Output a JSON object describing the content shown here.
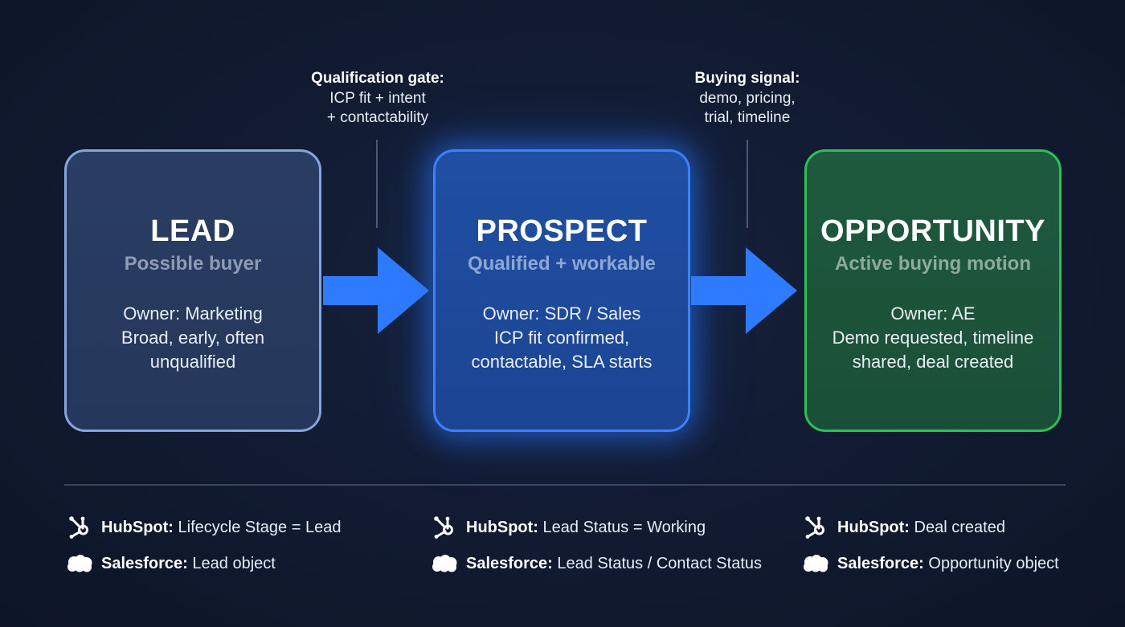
{
  "gates": [
    {
      "title": "Qualification gate:",
      "line1": "ICP fit + intent",
      "line2": "+ contactability"
    },
    {
      "title": "Buying signal:",
      "line1": "demo, pricing,",
      "line2": "trial, timeline"
    }
  ],
  "stages": [
    {
      "title": "LEAD",
      "subtitle": "Possible buyer",
      "lines": [
        "Owner: Marketing",
        "Broad, early, often",
        "unqualified"
      ],
      "border_color": "#86a4e0"
    },
    {
      "title": "PROSPECT",
      "subtitle": "Qualified + workable",
      "lines": [
        "Owner: SDR / Sales",
        "ICP fit confirmed,",
        "contactable, SLA starts"
      ],
      "border_color": "#3a82ff"
    },
    {
      "title": "OPPORTUNITY",
      "subtitle": "Active buying motion",
      "lines": [
        "Owner: AE",
        "Demo requested, timeline",
        "shared, deal created"
      ],
      "border_color": "#2fbf58"
    }
  ],
  "arrow_color": "#2f7bff",
  "crm": [
    {
      "hubspot": {
        "name": "HubSpot:",
        "value": " Lifecycle Stage = Lead",
        "icon": "hubspot-icon"
      },
      "salesforce": {
        "name": "Salesforce:",
        "value": " Lead object",
        "icon": "salesforce-cloud-icon"
      }
    },
    {
      "hubspot": {
        "name": "HubSpot:",
        "value": " Lead Status = Working",
        "icon": "hubspot-icon"
      },
      "salesforce": {
        "name": "Salesforce:",
        "value": " Lead Status / Contact Status",
        "icon": "salesforce-cloud-icon"
      }
    },
    {
      "hubspot": {
        "name": "HubSpot:",
        "value": " Deal created",
        "icon": "hubspot-icon"
      },
      "salesforce": {
        "name": "Salesforce:",
        "value": " Opportunity object",
        "icon": "salesforce-cloud-icon"
      }
    }
  ]
}
